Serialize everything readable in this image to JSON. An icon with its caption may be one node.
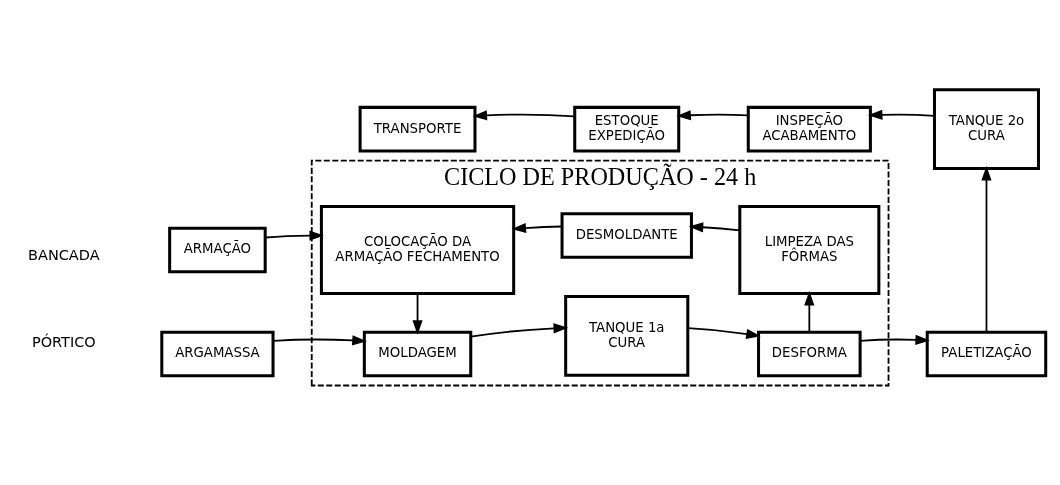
{
  "diagram": {
    "nodes": [
      {
        "text": [
          "CICLO DE PRODUÇÃO - 24 h"
        ]
      },
      {
        "text": [
          "ARMAÇÃO"
        ]
      },
      {
        "text": [
          "COLOCAÇÃO DA ARMAÇÃO FECHAMENTO"
        ],
        "in": 0
      },
      {
        "text": [
          "DESMOLDANTE"
        ],
        "in": 0
      },
      {
        "text": [
          "LIMPEZA DAS FÔRMAS"
        ],
        "in": 0
      },
      {
        "text": [
          "ARGAMASSA"
        ]
      },
      {
        "text": [
          "MOLDAGEM"
        ],
        "in": 0
      },
      {
        "text": [
          "TANQUE 1a CURA"
        ],
        "in": 0
      },
      {
        "text": [
          "DESFORMA"
        ],
        "in": 0
      },
      {
        "text": [
          "PALETIZAÇÃO"
        ]
      },
      {
        "text": [
          "TANQUE 2o CURA"
        ]
      },
      {
        "text": [
          "INSPEÇÃO ACABAMENTO"
        ]
      },
      {
        "text": [
          "ESTOQUE EXPEDIÇÃO"
        ]
      },
      {
        "text": [
          "TRANSPORTE"
        ]
      }
    ],
    "edges": [
      {
        "from": 1,
        "to": 2,
        "arrow": "to"
      },
      {
        "from": 3,
        "to": 2,
        "arrow": "to"
      },
      {
        "from": 4,
        "to": 3,
        "arrow": "to"
      },
      {
        "from": 2,
        "to": 6,
        "arrow": "to"
      },
      {
        "from": 5,
        "to": 6,
        "arrow": "to"
      },
      {
        "from": 6,
        "to": 7,
        "arrow": "to"
      },
      {
        "from": 7,
        "to": 8,
        "arrow": "to"
      },
      {
        "from": 8,
        "to": 4,
        "arrow": "to"
      },
      {
        "from": 8,
        "to": 9,
        "arrow": "to"
      },
      {
        "from": 9,
        "to": 10,
        "arrow": "to"
      },
      {
        "from": 10,
        "to": 11,
        "arrow": "to"
      },
      {
        "from": 11,
        "to": 12,
        "arrow": "to"
      },
      {
        "from": 12,
        "to": 13,
        "arrow": "to"
      }
    ],
    "labels": [
      "BANCADA",
      "PÓRTICO"
    ]
  }
}
